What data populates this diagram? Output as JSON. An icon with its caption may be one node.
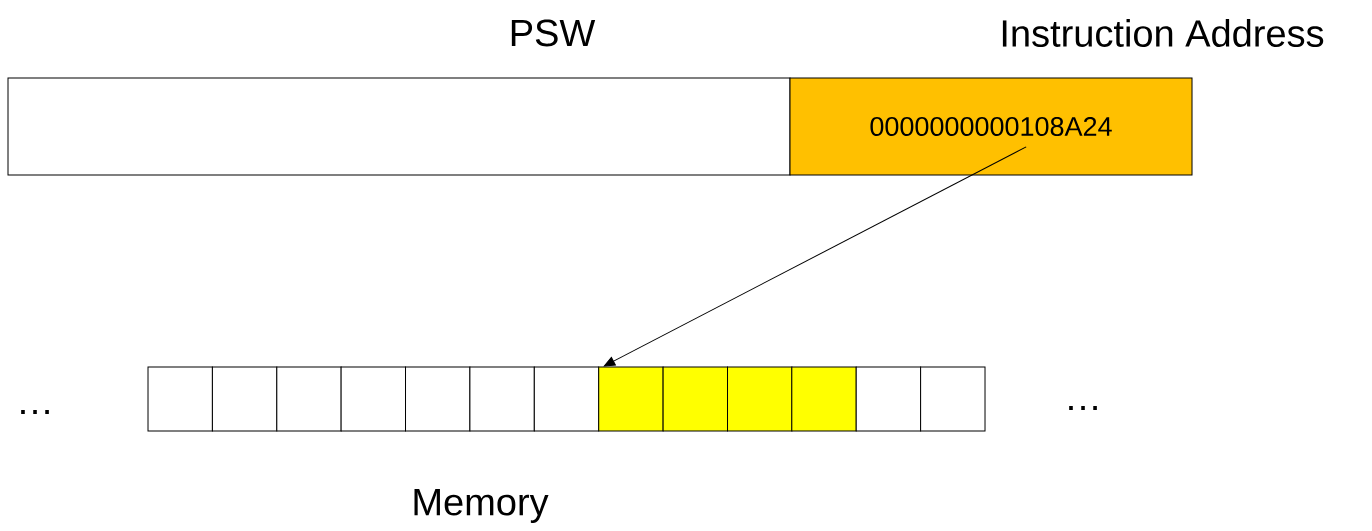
{
  "diagram": {
    "nodes": [
      {
        "text": [
          "PSW"
        ]
      },
      {
        "text": [
          "Instruction Address",
          "0000000000108A24"
        ]
      },
      {
        "text": [],
        "shape": "box"
      },
      {
        "text": [],
        "shape": "box"
      },
      {
        "text": [],
        "shape": "box"
      },
      {
        "text": [],
        "shape": "box"
      },
      {
        "text": [],
        "shape": "box"
      },
      {
        "text": [],
        "shape": "box"
      },
      {
        "text": [],
        "shape": "box"
      },
      {
        "text": [],
        "shape": "box"
      },
      {
        "text": [],
        "shape": "box"
      },
      {
        "text": [],
        "shape": "box"
      },
      {
        "text": [],
        "shape": "box"
      },
      {
        "text": [],
        "shape": "box"
      },
      {
        "text": [],
        "shape": "box"
      }
    ],
    "edges": [
      {
        "from": 1,
        "to": 9,
        "arrow": "to"
      }
    ],
    "labels": [
      "…",
      "…",
      "Memory"
    ]
  }
}
